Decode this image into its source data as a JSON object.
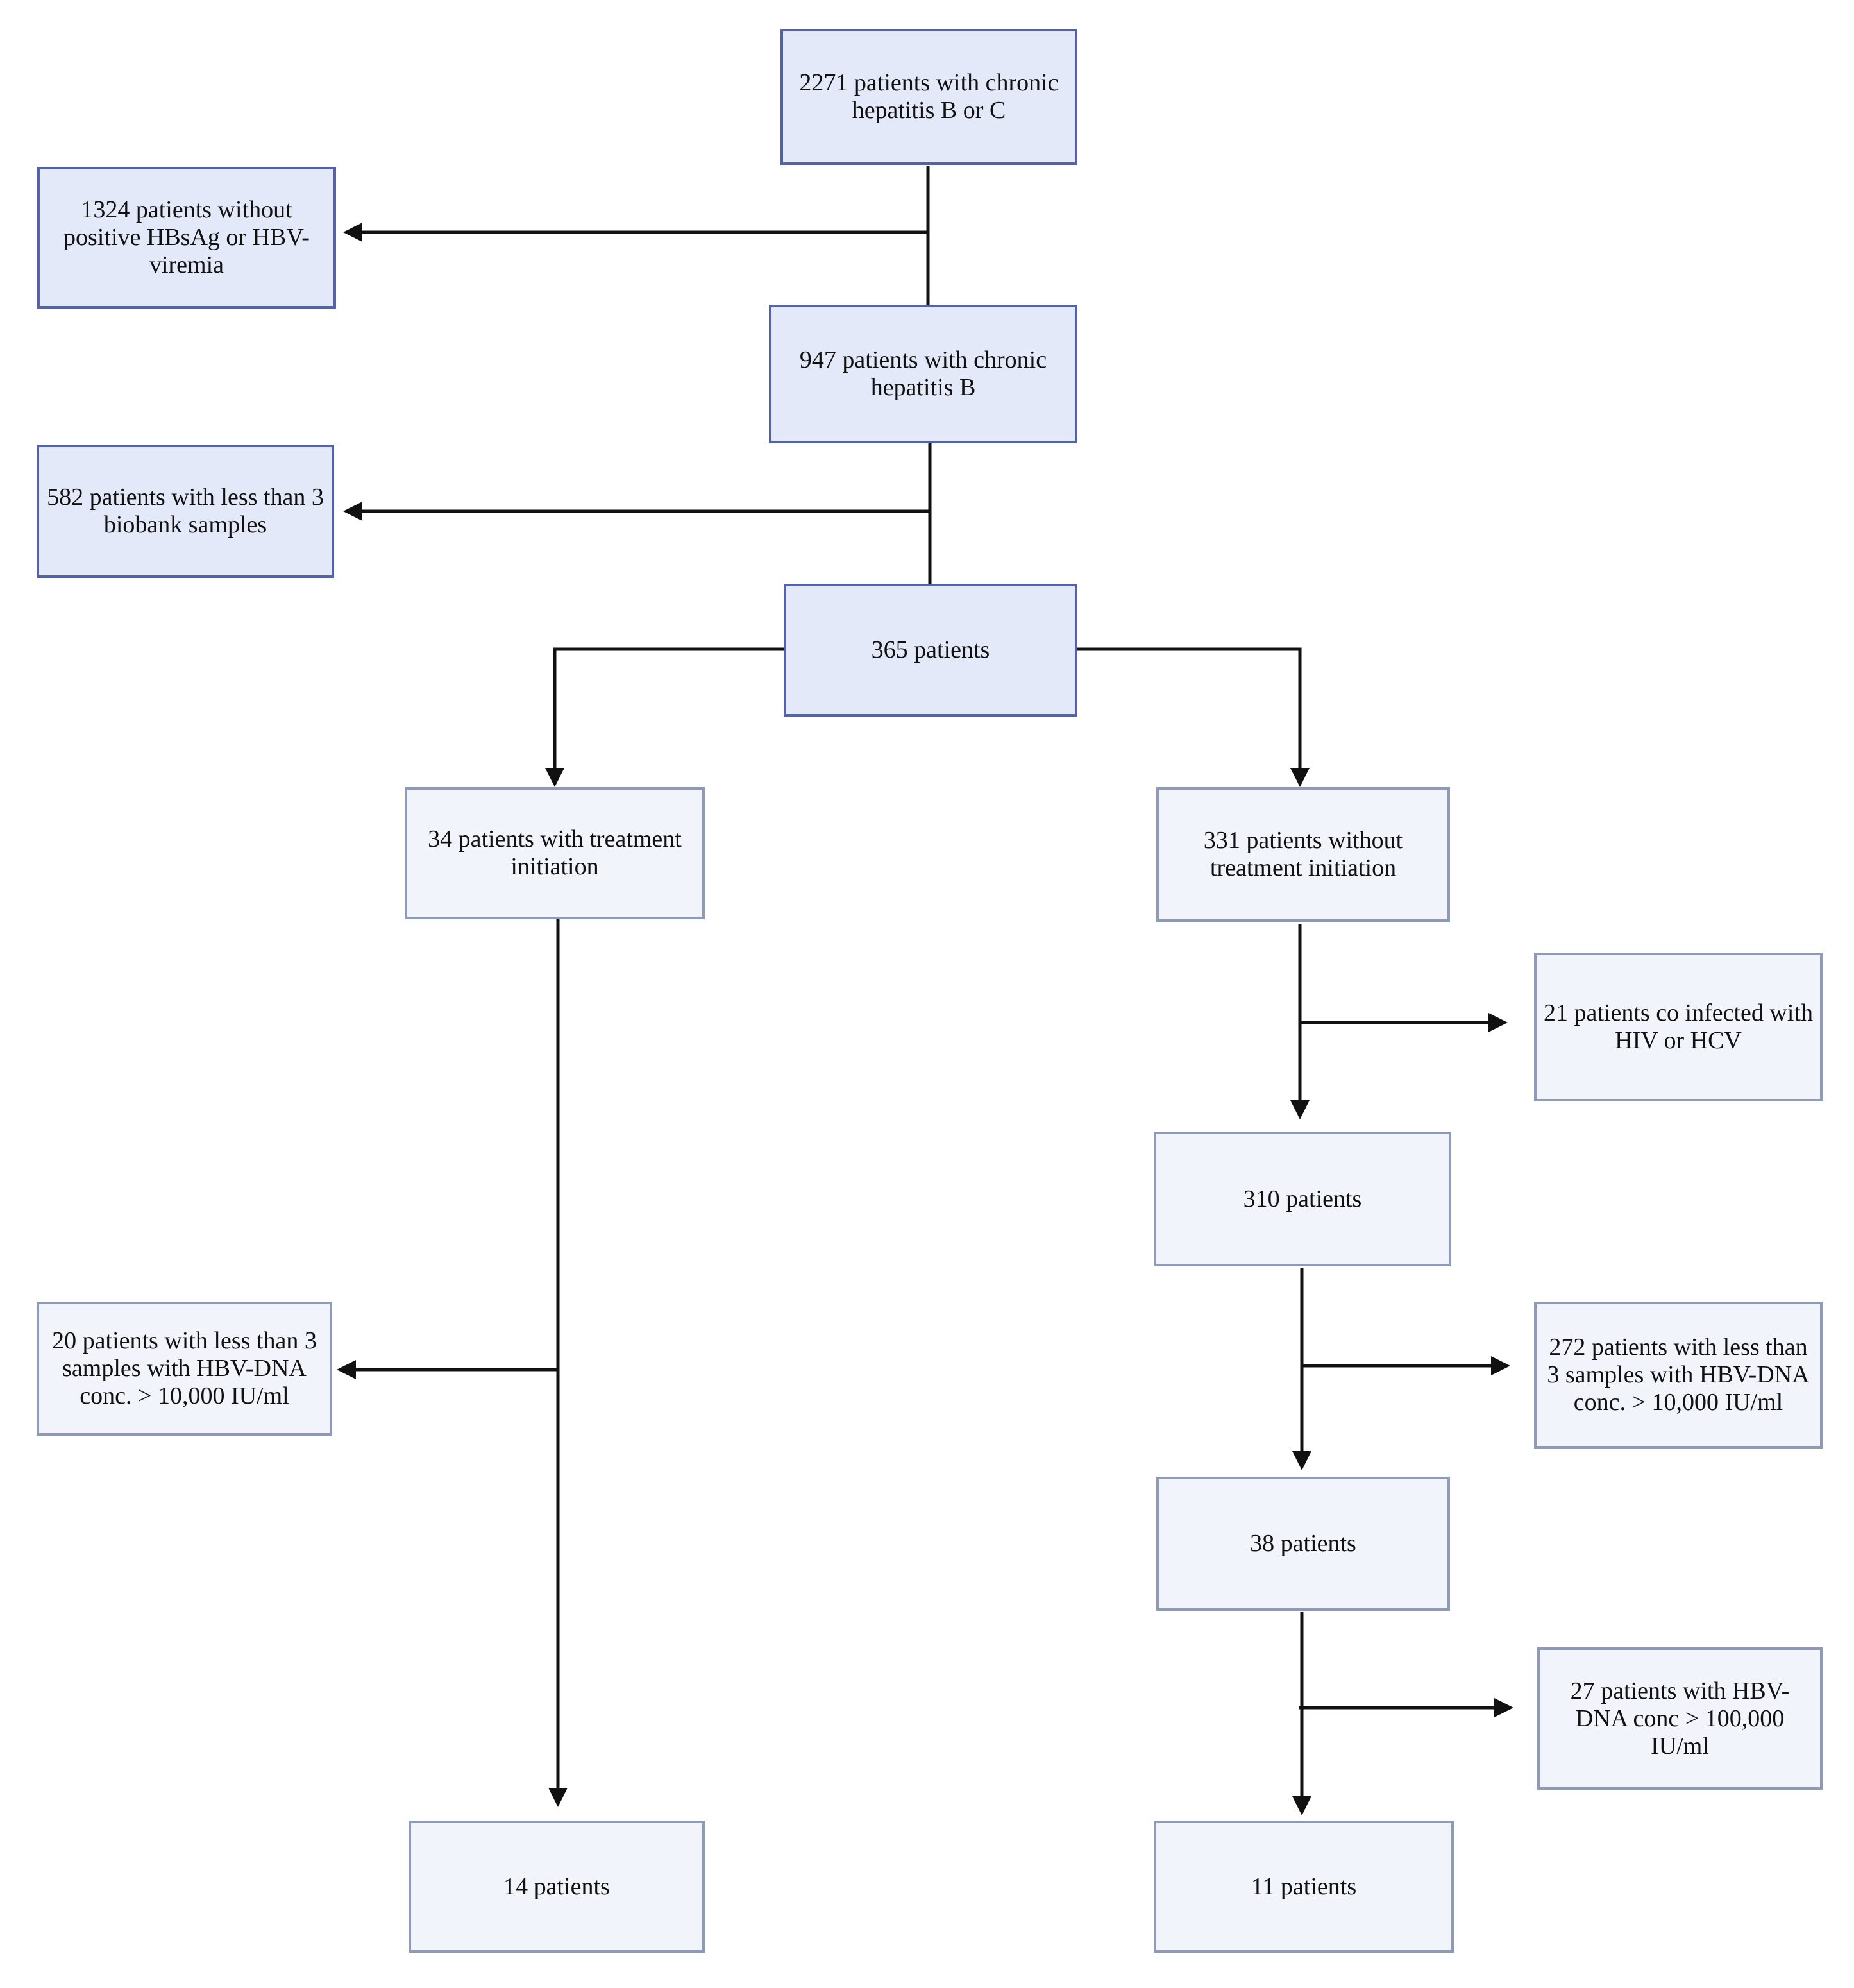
{
  "boxes": {
    "b2271": "2271 patients with chronic hepatitis B or C",
    "b1324": "1324 patients without positive HBsAg or HBV-viremia",
    "b947": "947 patients with chronic hepatitis B",
    "b582": "582 patients with less than 3 biobank samples",
    "b365": "365 patients",
    "b34": "34 patients with treatment initiation",
    "b331": "331 patients without treatment initiation",
    "b21": "21 patients co infected with HIV or HCV",
    "b310": "310 patients",
    "b20": "20 patients with less than 3 samples with HBV-DNA conc. > 10,000 IU/ml",
    "b272": "272 patients with less than 3 samples with HBV-DNA conc. > 10,000 IU/ml",
    "b38": "38 patients",
    "b27": "27 patients with HBV-DNA conc > 100,000 IU/ml",
    "b14": "14 patients",
    "b11": "11 patients"
  },
  "colors": {
    "primary_fill": "#e4e9fa",
    "primary_border": "#5462a8",
    "secondary_fill": "#f1f4fb",
    "secondary_border": "#8f9ab8",
    "line": "#111111"
  }
}
